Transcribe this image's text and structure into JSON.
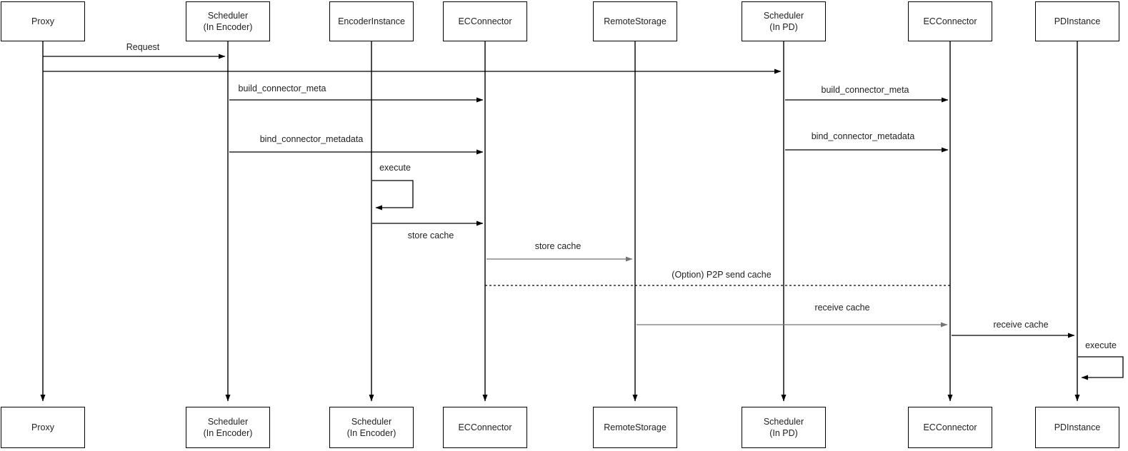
{
  "diagram_type": "uml-sequence-diagram",
  "colors": {
    "background": "#ffffff",
    "line": "#000000",
    "muted_line": "#757575",
    "text": "#1f1f1f"
  },
  "participants": [
    {
      "top_label": "Proxy",
      "bottom_label": "Proxy"
    },
    {
      "top_label": "Scheduler\n(In Encoder)",
      "bottom_label": "Scheduler\n(In Encoder)"
    },
    {
      "top_label": "EncoderInstance",
      "bottom_label": "Scheduler\n(In Encoder)"
    },
    {
      "top_label": "ECConnector",
      "bottom_label": "ECConnector"
    },
    {
      "top_label": "RemoteStorage",
      "bottom_label": "RemoteStorage"
    },
    {
      "top_label": "Scheduler\n(In PD)",
      "bottom_label": "Scheduler\n(In PD)"
    },
    {
      "top_label": "ECConnector",
      "bottom_label": "ECConnector"
    },
    {
      "top_label": "PDInstance",
      "bottom_label": "PDInstance"
    }
  ],
  "messages": [
    {
      "label": "Request",
      "from": "Proxy",
      "to": "Scheduler (In Encoder)",
      "style": "solid-arrow"
    },
    {
      "label": "",
      "from": "Proxy",
      "to": "Scheduler (In PD)",
      "style": "solid-arrow"
    },
    {
      "label": "build_connector_meta",
      "from": "Scheduler (In Encoder)",
      "to": "ECConnector",
      "style": "solid-arrow"
    },
    {
      "label": "bind_connector_metadata",
      "from": "Scheduler (In Encoder)",
      "to": "ECConnector",
      "style": "solid-arrow"
    },
    {
      "label": "execute",
      "from": "EncoderInstance",
      "to": "EncoderInstance",
      "style": "self-loop"
    },
    {
      "label": "store cache",
      "from": "EncoderInstance",
      "to": "ECConnector",
      "style": "solid-arrow"
    },
    {
      "label": "store cache",
      "from": "ECConnector",
      "to": "RemoteStorage",
      "style": "solid-arrow-muted"
    },
    {
      "label": "(Option) P2P send cache",
      "from": "ECConnector",
      "to": "ECConnector (PD side)",
      "style": "dashed-no-arrow"
    },
    {
      "label": "receive cache",
      "from": "RemoteStorage",
      "to": "ECConnector (PD side)",
      "style": "solid-arrow-muted"
    },
    {
      "label": "receive cache",
      "from": "ECConnector (PD side)",
      "to": "PDInstance",
      "style": "solid-arrow"
    },
    {
      "label": "execute",
      "from": "PDInstance",
      "to": "PDInstance",
      "style": "self-loop"
    },
    {
      "label": "build_connector_meta",
      "from": "Scheduler (In PD)",
      "to": "ECConnector (PD side)",
      "style": "solid-arrow"
    },
    {
      "label": "bind_connector_metadata",
      "from": "Scheduler (In PD)",
      "to": "ECConnector (PD side)",
      "style": "solid-arrow"
    }
  ]
}
